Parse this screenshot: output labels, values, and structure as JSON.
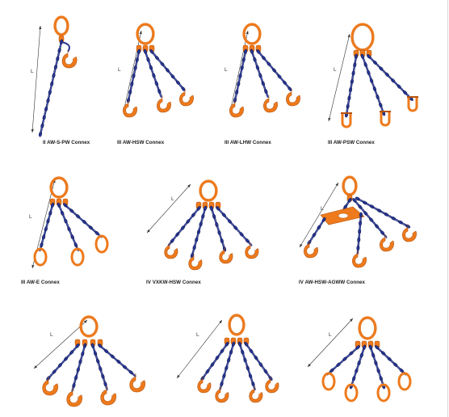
{
  "colors": {
    "ring": "#ee7a1c",
    "ring_dark": "#b4520c",
    "chain": "#27358f",
    "chain_light": "#4c5bb5",
    "dim_line": "#333333"
  },
  "dimension_letter": "L",
  "products": [
    {
      "label": "II AW-S-PW Connex",
      "legs": 1,
      "end": "hook-closed"
    },
    {
      "label": "III AW-HSW Connex",
      "legs": 3,
      "end": "hook"
    },
    {
      "label": "III AW-LHW Connex",
      "legs": 3,
      "end": "hook"
    },
    {
      "label": "III AW-PSW Connex",
      "legs": 3,
      "end": "shackle"
    },
    {
      "label": "III AW-E Connex",
      "legs": 3,
      "end": "ring"
    },
    {
      "label": "IV VXKW-HSW Connex",
      "legs": 4,
      "end": "hook"
    },
    {
      "label": "IV AW-HSW-AGWW Connex",
      "legs": 4,
      "end": "hook-spreader"
    },
    {
      "label": "",
      "legs": 4,
      "end": "hook-long"
    },
    {
      "label": "",
      "legs": 4,
      "end": "hook"
    },
    {
      "label": "",
      "legs": 4,
      "end": "ring"
    }
  ]
}
